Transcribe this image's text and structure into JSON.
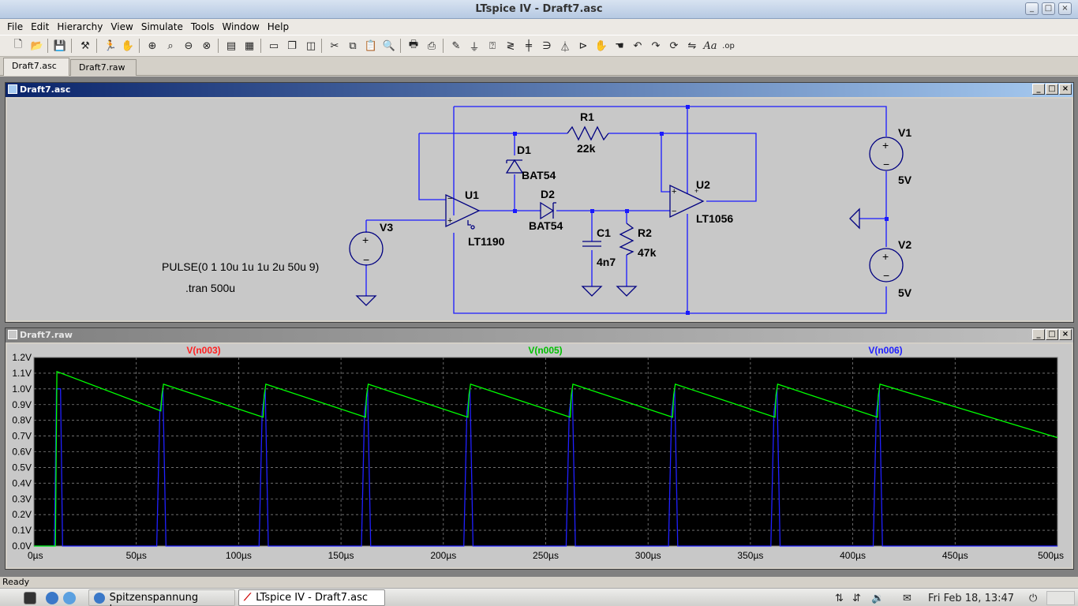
{
  "app": {
    "window_title": "LTspice IV - Draft7.asc",
    "window_buttons": [
      "minimize",
      "maximize",
      "close"
    ]
  },
  "menu": [
    "File",
    "Edit",
    "Hierarchy",
    "View",
    "Simulate",
    "Tools",
    "Window",
    "Help"
  ],
  "toolbar_icons": [
    "new-schematic-icon",
    "open-icon",
    "save-icon",
    "control-panel-icon",
    "run-icon",
    "halt-icon",
    "zoom-in-icon",
    "zoom-full-icon",
    "zoom-out-icon",
    "autorange-icon",
    "add-plot-pane-icon",
    "delete-pane-icon",
    "tile-horizontal-icon",
    "cascade-icon",
    "tile-vertical-icon",
    "cut-icon",
    "copy-icon",
    "paste-icon",
    "find-icon",
    "print-setup-icon",
    "print-icon",
    "wire-icon",
    "ground-icon",
    "label-icon",
    "resistor-icon",
    "capacitor-icon",
    "inductor-icon",
    "diode-icon",
    "component-icon",
    "move-icon",
    "drag-icon",
    "undo-icon",
    "redo-icon",
    "rotate-icon",
    "mirror-icon",
    "text-icon",
    "spice-directive-icon"
  ],
  "doc_tabs": [
    "Draft7.asc",
    "Draft7.raw"
  ],
  "schematic": {
    "title": "Draft7.asc",
    "components": {
      "R1": {
        "name": "R1",
        "value": "22k"
      },
      "R2": {
        "name": "R2",
        "value": "47k"
      },
      "D1": {
        "name": "D1",
        "value": "BAT54"
      },
      "D2": {
        "name": "D2",
        "value": "BAT54"
      },
      "C1": {
        "name": "C1",
        "value": "4n7"
      },
      "U1": {
        "name": "U1",
        "value": "LT1190"
      },
      "U2": {
        "name": "U2",
        "value": "LT1056"
      },
      "V1": {
        "name": "V1",
        "value": "5V"
      },
      "V2": {
        "name": "V2",
        "value": "5V"
      },
      "V3": {
        "name": "V3",
        "value": "PULSE(0 1 10u 1u 1u 2u 50u 9)"
      }
    },
    "directive": ".tran 500u"
  },
  "waveform": {
    "title": "Draft7.raw",
    "traces": [
      {
        "name": "V(n003)",
        "color": "#ff2020"
      },
      {
        "name": "V(n005)",
        "color": "#00ff00"
      },
      {
        "name": "V(n006)",
        "color": "#2020ff"
      }
    ]
  },
  "chart_data": {
    "type": "line",
    "xlabel": "",
    "ylabel": "",
    "xlim": [
      0,
      500
    ],
    "ylim": [
      0,
      1.2
    ],
    "x_unit": "µs",
    "x_ticks": [
      "0µs",
      "50µs",
      "100µs",
      "150µs",
      "200µs",
      "250µs",
      "300µs",
      "350µs",
      "400µs",
      "450µs",
      "500µs"
    ],
    "y_ticks": [
      "0.0V",
      "0.1V",
      "0.2V",
      "0.3V",
      "0.4V",
      "0.5V",
      "0.6V",
      "0.7V",
      "0.8V",
      "0.9V",
      "1.0V",
      "1.1V",
      "1.2V"
    ],
    "grid": true,
    "background": "#000000",
    "series": [
      {
        "name": "V(n005)",
        "color": "#00ff00",
        "x": [
          0,
          10.5,
          11.2,
          62,
          62.5,
          63.3,
          112,
          112.5,
          113.3,
          162,
          162.5,
          163.3,
          212,
          212.5,
          213.3,
          262,
          262.5,
          263.3,
          312,
          312.5,
          313.3,
          362,
          362.5,
          363.3,
          412,
          412.5,
          413.3,
          500
        ],
        "y": [
          0.0,
          0.0,
          1.11,
          0.86,
          0.96,
          1.03,
          0.82,
          0.96,
          1.03,
          0.82,
          0.96,
          1.03,
          0.82,
          0.96,
          1.03,
          0.82,
          0.96,
          1.03,
          0.82,
          0.96,
          1.03,
          0.82,
          0.96,
          1.03,
          0.82,
          0.96,
          1.03,
          0.69
        ]
      },
      {
        "name": "V(n006)",
        "color": "#2020ff",
        "x": [
          0,
          10,
          11,
          13,
          14,
          60,
          61.5,
          63,
          64.5,
          110,
          111.5,
          113,
          114.5,
          160,
          161.5,
          163,
          164.5,
          210,
          211.5,
          213,
          214.5,
          260,
          261.5,
          263,
          264.5,
          310,
          311.5,
          313,
          314.5,
          360,
          361.5,
          363,
          364.5,
          410,
          411.5,
          413,
          414.5,
          500
        ],
        "y": [
          0,
          0,
          1.0,
          1.0,
          0,
          0,
          0.85,
          1.0,
          0,
          0,
          0.85,
          1.0,
          0,
          0,
          0.85,
          1.0,
          0,
          0,
          0.85,
          1.0,
          0,
          0,
          0.85,
          1.0,
          0,
          0,
          0.85,
          1.0,
          0,
          0,
          0.85,
          1.0,
          0,
          0,
          0.85,
          1.0,
          0,
          0
        ]
      }
    ]
  },
  "status": "Ready",
  "taskbar": {
    "tasks": [
      "Spitzenspannung kurz...",
      "LTspice IV - Draft7.asc"
    ],
    "clock": "Fri Feb 18, 13:47"
  }
}
